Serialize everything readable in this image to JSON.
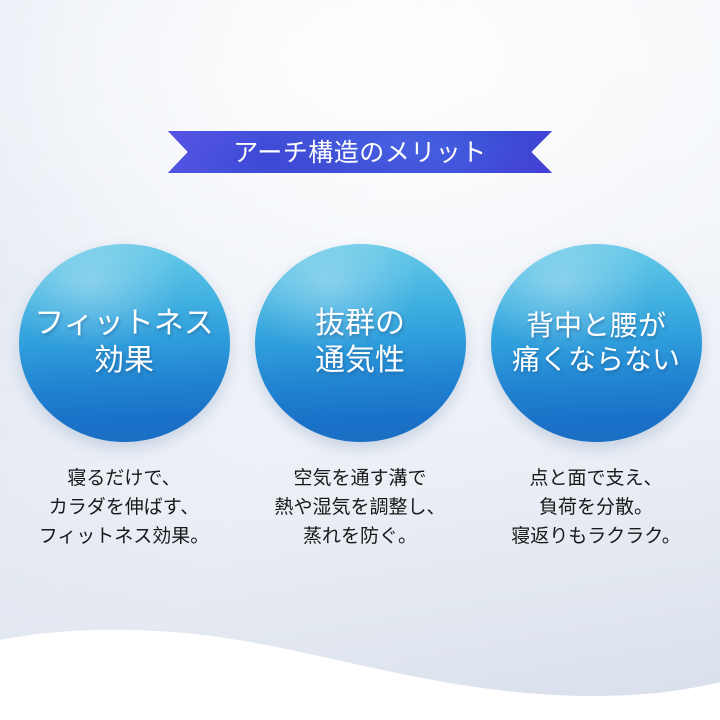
{
  "page": {
    "background_top_color": "#f6f8fb",
    "background_bottom_color": "#d8dfeb",
    "wave_fill_color": "#ffffff"
  },
  "banner": {
    "title": "アーチ構造のメリット",
    "background_color": "#3f4fd6",
    "text_color": "#ffffff"
  },
  "features": [
    {
      "circle_label": "フィットネス\n効果",
      "caption": "寝るだけで、\nカラダを伸ばす、\nフィットネス効果。",
      "circle_top_color": "#6fcbe8",
      "circle_bottom_color": "#1a6ec2"
    },
    {
      "circle_label": "抜群の\n通気性",
      "caption": "空気を通す溝で\n熱や湿気を調整し、\n蒸れを防ぐ。",
      "circle_top_color": "#6fcbe8",
      "circle_bottom_color": "#1a6ec2"
    },
    {
      "circle_label": "背中と腰が\n痛くならない",
      "caption": "点と面で支え、\n負荷を分散。\n寝返りもラクラク。",
      "circle_top_color": "#6fcbe8",
      "circle_bottom_color": "#1a6ec2"
    }
  ]
}
